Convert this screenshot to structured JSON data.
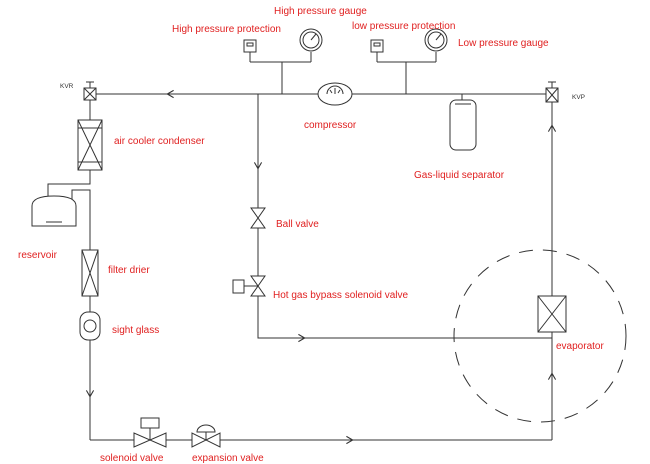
{
  "labels": {
    "high_pressure_gauge": "High pressure gauge",
    "high_pressure_protection": "High pressure protection",
    "low_pressure_protection": "low pressure protection",
    "low_pressure_gauge": "Low pressure gauge",
    "compressor": "compressor",
    "air_cooler_condenser": "air cooler condenser",
    "gas_liquid_separator": "Gas-liquid separator",
    "ball_valve": "Ball valve",
    "reservoir": "reservoir",
    "filter_drier": "filter drier",
    "hot_gas_bypass": "Hot gas bypass solenoid valve",
    "sight_glass": "sight glass",
    "evaporator": "evaporator",
    "solenoid_valve": "solenoid valve",
    "expansion_valve": "expansion valve",
    "kvr": "KVR",
    "kvp": "KVP"
  },
  "colors": {
    "label": "#e02020",
    "line": "#333333"
  }
}
